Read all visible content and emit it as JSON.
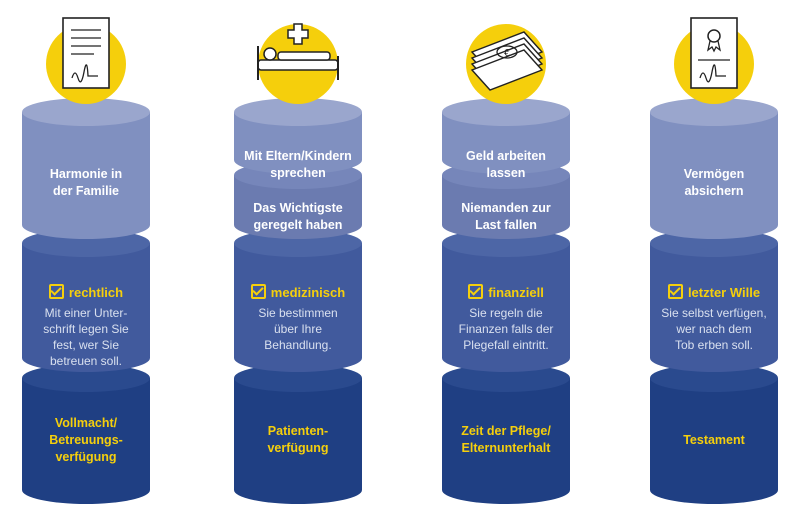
{
  "columns": [
    {
      "icon": "document-signature-icon",
      "top": [
        "Harmonie in\nder Familie"
      ],
      "mid_head": "rechtlich",
      "mid_body": "Mit einer Unter-\nschrift legen Sie\nfest, wer Sie\nbetreuen soll.",
      "bottom": "Vollmacht/\nBetreuungs-\nverfügung"
    },
    {
      "icon": "hospital-bed-icon",
      "top": [
        "Mit Eltern/Kindern\nsprechen",
        "Das Wichtigste\ngeregelt haben"
      ],
      "mid_head": "medizinisch",
      "mid_body": "Sie bestimmen\nüber Ihre\nBehandlung.",
      "bottom": "Patienten-\nverfügung"
    },
    {
      "icon": "euro-banknotes-icon",
      "top": [
        "Geld arbeiten\nlassen",
        "Niemanden zur\nLast fallen"
      ],
      "mid_head": "finanziell",
      "mid_body": "Sie regeln die\nFinanzen falls der\nPlegefall eintritt.",
      "bottom": "Zeit der Pflege/\nElternunterhalt"
    },
    {
      "icon": "certificate-testament-icon",
      "top": [
        "Vermögen\nabsichern"
      ],
      "mid_head": "letzter Wille",
      "mid_body": "Sie selbst verfügen,\nwer nach dem\nTob erben soll.",
      "bottom": "Testament"
    }
  ],
  "colors": {
    "top": "#8090c0",
    "top_dark": "#6b7bb0",
    "mid": "#415a9d",
    "bottom": "#1f3f83",
    "accent": "#f5cf0c"
  }
}
